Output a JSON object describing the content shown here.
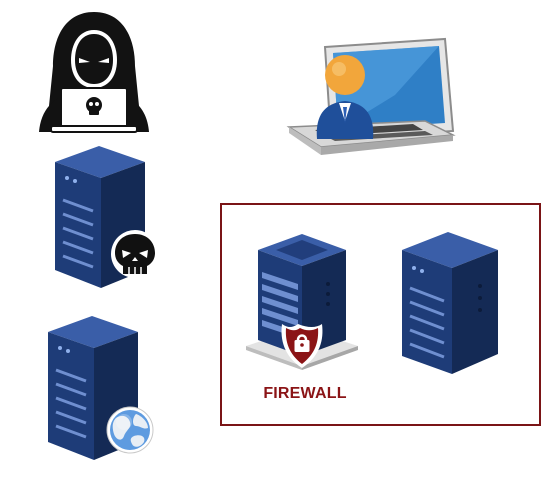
{
  "diagram": {
    "nodes": [
      {
        "id": "hacker",
        "icon": "hacker-with-laptop-icon"
      },
      {
        "id": "user",
        "icon": "user-laptop-icon"
      },
      {
        "id": "malicious-server",
        "icon": "server-with-skull-icon"
      },
      {
        "id": "web-server",
        "icon": "server-with-globe-icon"
      },
      {
        "id": "firewall-server",
        "icon": "server-with-shield-lock-icon"
      },
      {
        "id": "internal-server",
        "icon": "server-icon"
      }
    ],
    "group": {
      "label": "",
      "border_color": "#7a1416",
      "members": [
        "firewall-server",
        "internal-server"
      ]
    },
    "firewall_label": "FIREWALL",
    "colors": {
      "server_front": "#1e3c78",
      "server_side": "#142a55",
      "server_top": "#3a5ea8",
      "firewall_accent": "#8b1416",
      "hacker": "#111111"
    }
  }
}
